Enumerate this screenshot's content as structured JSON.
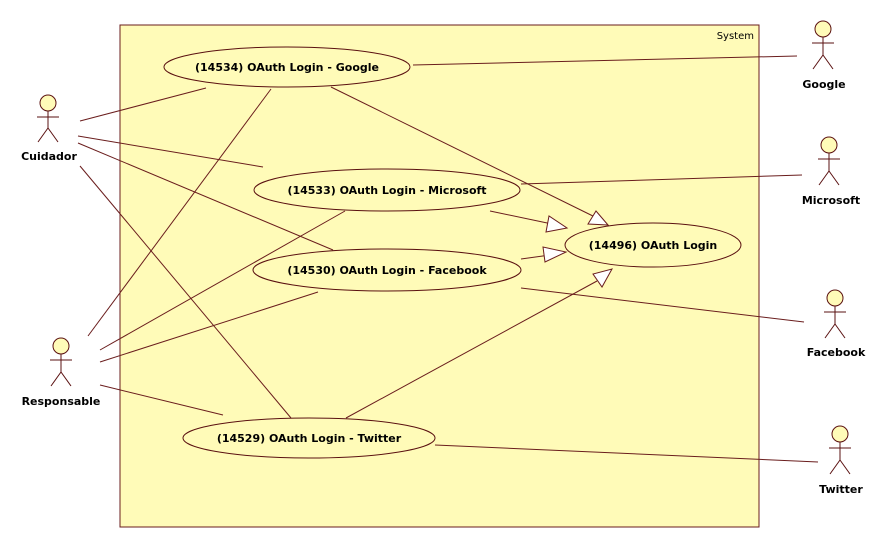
{
  "system": {
    "title": "System"
  },
  "use_cases": {
    "google": "(14534) OAuth Login - Google",
    "microsoft": "(14533) OAuth Login - Microsoft",
    "facebook": "(14530) OAuth Login - Facebook",
    "twitter": "(14529) OAuth Login - Twitter",
    "oauth": "(14496) OAuth Login"
  },
  "actors": {
    "cuidador": "Cuidador",
    "responsable": "Responsable",
    "google": "Google",
    "microsoft": "Microsoft",
    "facebook": "Facebook",
    "twitter": "Twitter"
  },
  "colors": {
    "fill": "#fffbb8",
    "stroke": "#6a1d1d"
  }
}
